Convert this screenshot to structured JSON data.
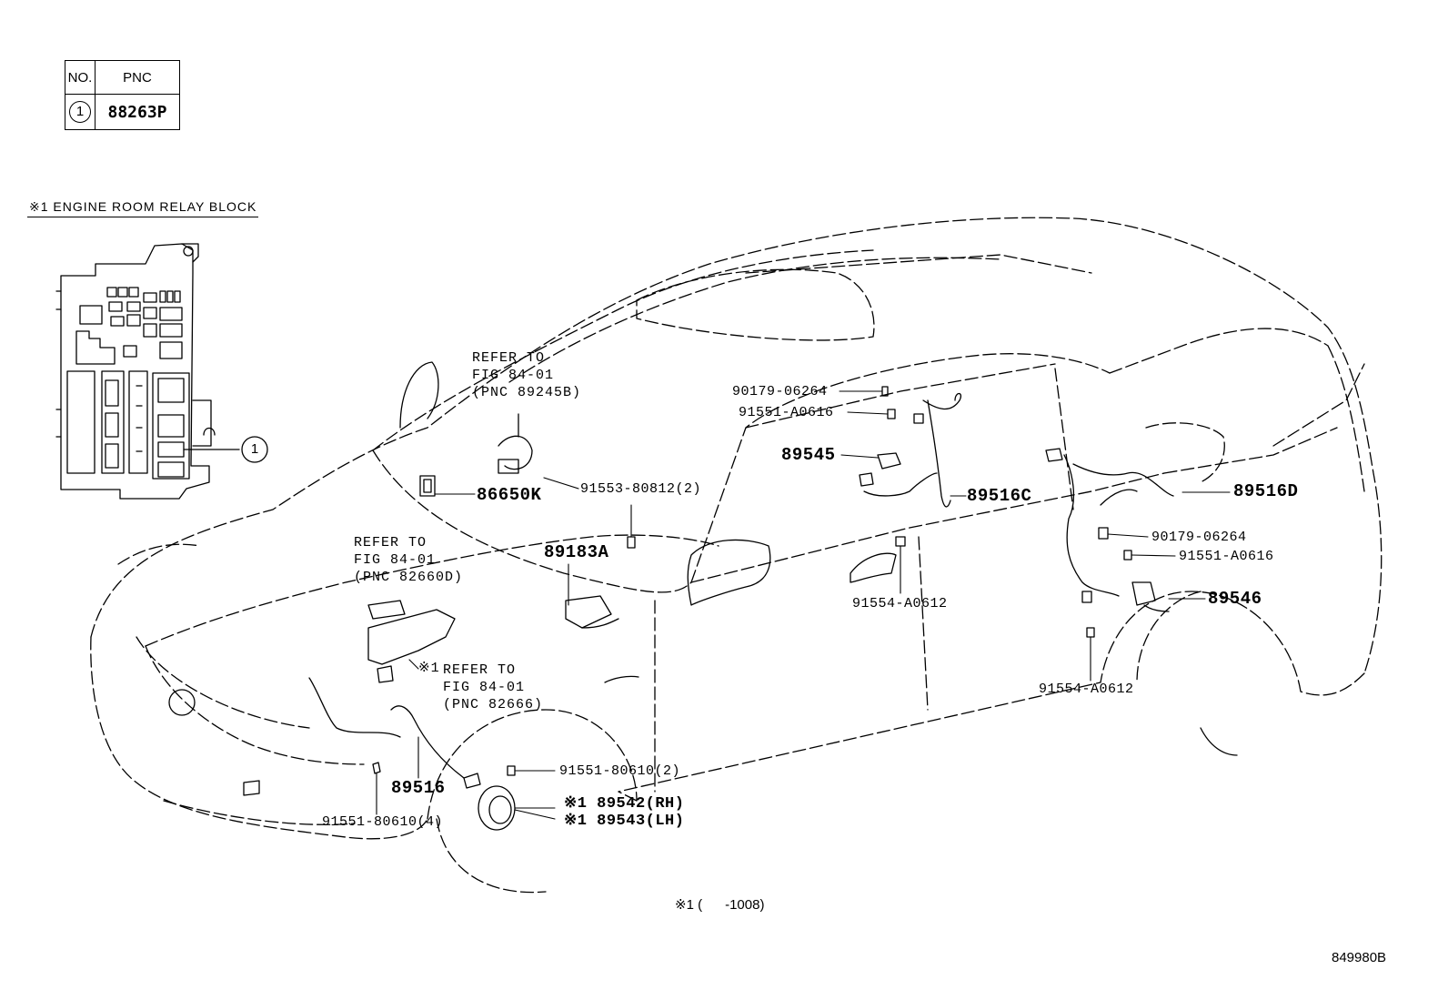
{
  "pnc_table": {
    "col_no": "NO.",
    "col_pnc": "PNC",
    "rows": [
      {
        "no": "1",
        "pnc": "88263P"
      }
    ]
  },
  "relay_block": {
    "title": "※1 ENGINE ROOM RELAY BLOCK",
    "callout": "1"
  },
  "labels": {
    "ref_1": [
      "REFER TO",
      "FIG 84-01",
      "(PNC 89245B)"
    ],
    "ref_2": [
      "REFER TO",
      "FIG 84-01",
      "(PNC 82660D)"
    ],
    "ref_3_mark": "※1",
    "ref_3": [
      "REFER TO",
      "FIG 84-01",
      "(PNC 82666)"
    ],
    "p86650K": "86650K",
    "p91553": "91553-80812(2)",
    "p89183A": "89183A",
    "p90179_a": "90179-06264",
    "p91551_a": "91551-A0616",
    "p89545": "89545",
    "p89516C": "89516C",
    "p91554_a": "91554-A0612",
    "p89516D": "89516D",
    "p90179_b": "90179-06264",
    "p91551_b": "91551-A0616",
    "p89546": "89546",
    "p91554_b": "91554-A0612",
    "p91551_80610_2": "91551-80610(2)",
    "p89516": "89516",
    "p91551_80610_4": "91551-80610(4)",
    "p89542": "※1 89542(RH)",
    "p89543": "※1 89543(LH)"
  },
  "footnote": "※1 (      -1008)",
  "diagram_id": "849980B"
}
